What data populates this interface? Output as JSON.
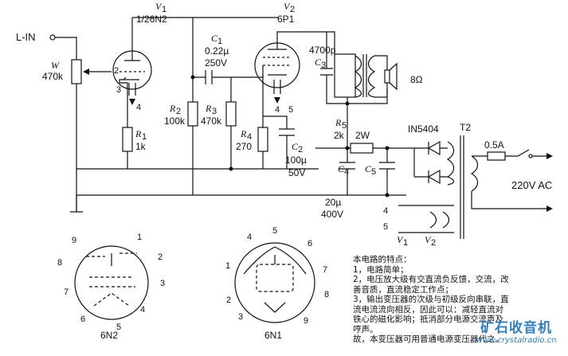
{
  "labels": {
    "lin": "L-IN",
    "w_name": "W",
    "w_val": "470k",
    "v1_name": "V",
    "v1_sub": "1",
    "v1_val": "1/26N2",
    "v2_name": "V",
    "v2_sub": "2",
    "v2_val": "6P1",
    "c1_name": "C",
    "c1_sub": "1",
    "c1_v1": "0.22µ",
    "c1_v2": "250V",
    "c3_name": "C",
    "c3_sub": "3",
    "c3_val": "4700p",
    "spk": "8Ω",
    "r2_name": "R",
    "r2_sub": "2",
    "r2_val": "100k",
    "r3_name": "R",
    "r3_sub": "3",
    "r3_val": "470k",
    "r4_name": "R",
    "r4_sub": "4",
    "r4_val": "270",
    "r1_name": "R",
    "r1_sub": "1",
    "r1_val": "1k",
    "c2_name": "C",
    "c2_sub": "2",
    "c2_v1": "100µ",
    "c2_v2": "50V",
    "r5_name": "R",
    "r5_sub": "5",
    "r5_val": "2k",
    "r5_w": "2W",
    "c4_name": "C",
    "c4_sub": "4",
    "c5_name": "C",
    "c5_sub": "5",
    "c45_v1": "20µ",
    "c45_v2": "400V",
    "diode": "IN5404",
    "t2": "T2",
    "fuse": "0.5A",
    "ac": "220V AC",
    "fil_v1_name": "V",
    "fil_v1_sub": "1",
    "fil_v2_name": "V",
    "fil_v2_sub": "2",
    "base1": "6N2",
    "base2": "6N1"
  },
  "pins": {
    "p2": "2",
    "p3": "3",
    "p4": "4",
    "p4b": "4",
    "p5": "5",
    "p4c": "4",
    "p5c": "5",
    "a1": "1",
    "a2": "2",
    "a3": "3",
    "a4": "4",
    "a5": "5",
    "a6": "6",
    "a7": "7",
    "a8": "8",
    "a9": "9",
    "b1": "1",
    "b2": "2",
    "b3": "3",
    "b4": "4",
    "b5": "5",
    "b6": "6",
    "b7": "7",
    "b8": "8",
    "b9": "9"
  },
  "notes": {
    "l1": "本电路的特点：",
    "l2": "1，电路简单；",
    "l3": "2，电压放大级有交直流负反馈，交流，改",
    "l4": "善音质，直流稳定工作点；",
    "l5": "3，输出变压器的次级与初级反向串联，直",
    "l6": "流电流流向相反，因此可以：减轻直流对",
    "l7": "铁心的磁化影响；抵消部分电源交流声及",
    "l8": "哼声。",
    "l9": "故，本变压器可用普通电源变压器代之。"
  },
  "watermark": {
    "line1": "矿石收音机",
    "line2": "www.crystalradio.cn"
  }
}
